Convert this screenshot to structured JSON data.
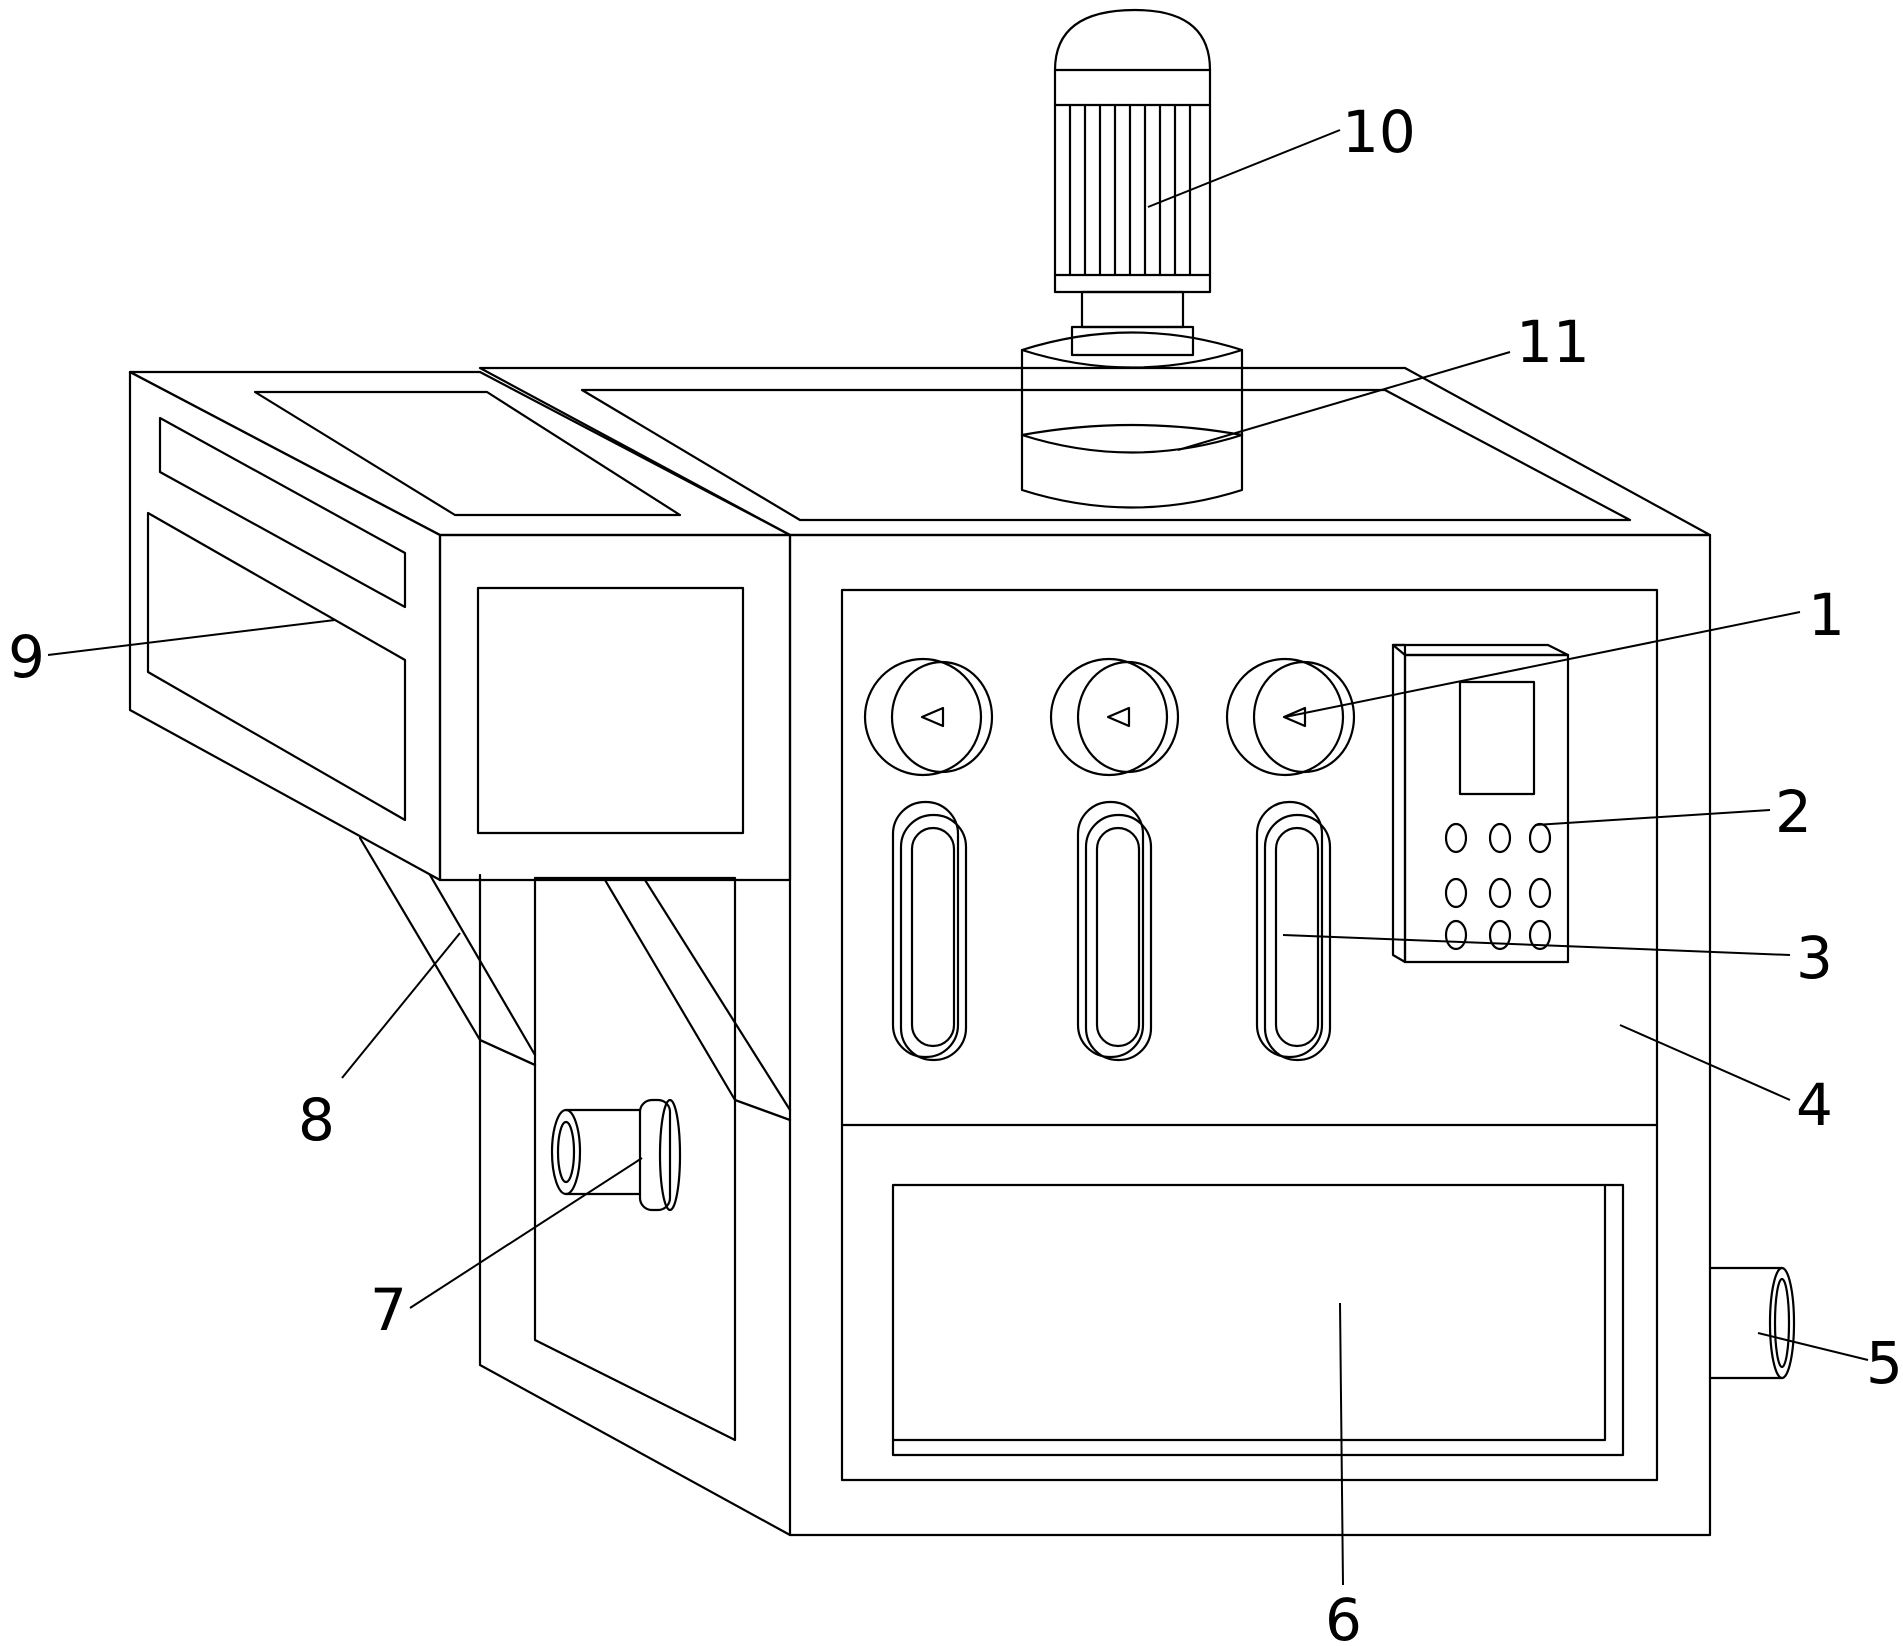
{
  "figure": {
    "labels": [
      {
        "id": "1",
        "text": "1",
        "part": "pressure-gauge"
      },
      {
        "id": "2",
        "text": "2",
        "part": "control-buttons"
      },
      {
        "id": "3",
        "text": "3",
        "part": "sight-window"
      },
      {
        "id": "4",
        "text": "4",
        "part": "front-control-panel"
      },
      {
        "id": "5",
        "text": "5",
        "part": "outlet-pipe"
      },
      {
        "id": "6",
        "text": "6",
        "part": "lower-access-door"
      },
      {
        "id": "7",
        "text": "7",
        "part": "inlet-pipe"
      },
      {
        "id": "8",
        "text": "8",
        "part": "support-brace"
      },
      {
        "id": "9",
        "text": "9",
        "part": "side-cabinet"
      },
      {
        "id": "10",
        "text": "10",
        "part": "motor"
      },
      {
        "id": "11",
        "text": "11",
        "part": "motor-coupling-housing"
      }
    ],
    "colors": {
      "line": "#000000",
      "background": "#ffffff"
    }
  }
}
